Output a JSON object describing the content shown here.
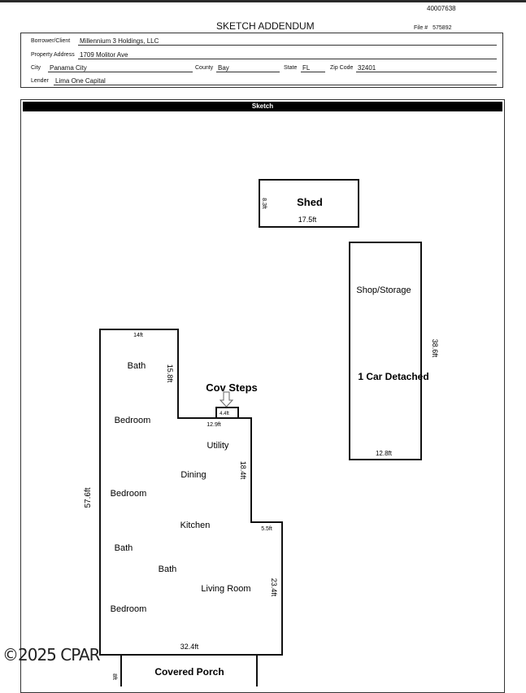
{
  "header": {
    "doc_number": "40007638",
    "title": "SKETCH ADDENDUM",
    "file_label": "File #",
    "file_number": "575892"
  },
  "info": {
    "borrower_label": "Borrower/Client",
    "borrower": "Millennium 3 Holdings, LLC",
    "address_label": "Property Address",
    "address": "1709 Molitor Ave",
    "city_label": "City",
    "city": "Panama City",
    "county_label": "County",
    "county": "Bay",
    "state_label": "State",
    "state": "FL",
    "zip_label": "Zip Code",
    "zip": "32401",
    "lender_label": "Lender",
    "lender": "Lima One Capital"
  },
  "sketch": {
    "header": "Sketch",
    "shed": {
      "title": "Shed",
      "width": "17.5ft",
      "depth": "8.3ft"
    },
    "garage": {
      "shop": "Shop/Storage",
      "title": "1 Car Detached",
      "length": "38.6ft",
      "width": "12.8ft"
    },
    "house": {
      "top_width": "14ft",
      "right_upper": "15.8ft",
      "left_total": "57.6ft",
      "step_width": "12.9ft",
      "mid_right": "18.4ft",
      "offset": "5.5ft",
      "lower_right": "23.4ft",
      "bottom": "32.4ft",
      "step_dim": "4.4ft",
      "porch_dim": "8ft"
    },
    "cov_steps": "Cov Steps",
    "porch": "Covered Porch",
    "rooms": [
      "Bath",
      "Bedroom",
      "Utility",
      "Dining",
      "Bedroom",
      "Kitchen",
      "Bath",
      "Bath",
      "Living Room",
      "Bedroom"
    ]
  },
  "watermark": "©2025 CPAR"
}
